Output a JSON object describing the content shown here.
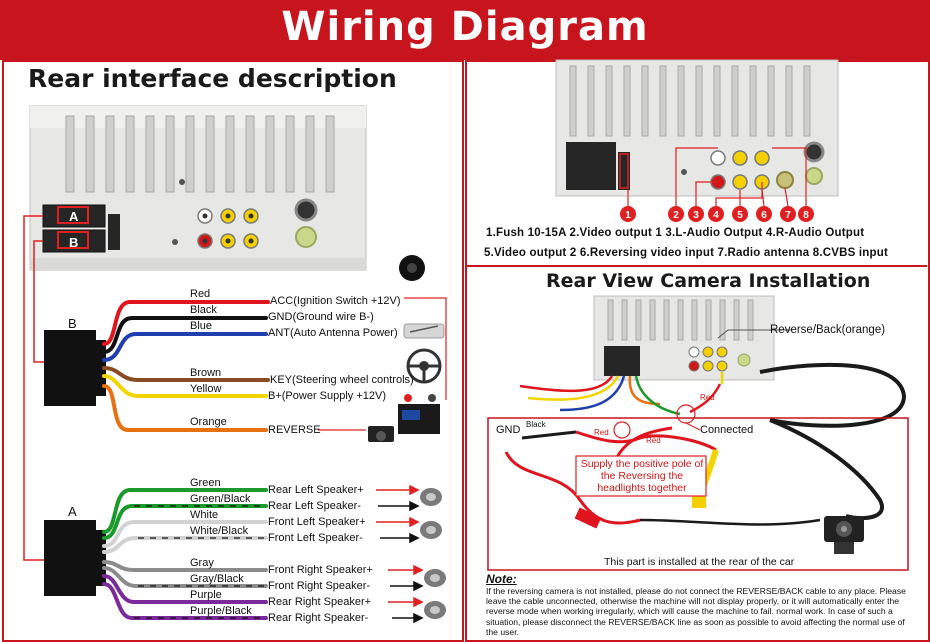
{
  "banner": {
    "title": "Wiring Diagram"
  },
  "left": {
    "title": "Rear interface description",
    "connector_labels": {
      "a": "A",
      "b": "B"
    },
    "harness_b": {
      "box_label": "B",
      "wires": [
        {
          "color_name": "Red",
          "color": "#e0141c",
          "function": "ACC(Ignition Switch +12V)"
        },
        {
          "color_name": "Black",
          "color": "#111111",
          "function": "GND(Ground wire B-)"
        },
        {
          "color_name": "Blue",
          "color": "#1f3fb0",
          "function": "ANT(Auto Antenna Power)"
        },
        {
          "color_name": "Brown",
          "color": "#8a4a22",
          "function": "KEY(Steering wheel controls)"
        },
        {
          "color_name": "Yellow",
          "color": "#f2d400",
          "function": "B+(Power Supply +12V)"
        },
        {
          "color_name": "Orange",
          "color": "#e87010",
          "function": "REVERSE"
        }
      ]
    },
    "harness_a": {
      "box_label": "A",
      "wires": [
        {
          "color_name": "Green",
          "color": "#1a9a2a",
          "function": "Rear Left Speaker+"
        },
        {
          "color_name": "Green/Black",
          "color": "#1a9a2a",
          "function": "Rear Left Speaker-"
        },
        {
          "color_name": "White",
          "color": "#cfcfcf",
          "function": "Front Left Speaker+"
        },
        {
          "color_name": "White/Black",
          "color": "#cfcfcf",
          "function": "Front Left Speaker-"
        },
        {
          "color_name": "Gray",
          "color": "#8a8a8a",
          "function": "Front Right Speaker+"
        },
        {
          "color_name": "Gray/Black",
          "color": "#8a8a8a",
          "function": "Front Right Speaker-"
        },
        {
          "color_name": "Purple",
          "color": "#7a2a9a",
          "function": "Rear Right Speaker+"
        },
        {
          "color_name": "Purple/Black",
          "color": "#7a2a9a",
          "function": "Rear Right Speaker-"
        }
      ]
    }
  },
  "right_top": {
    "numbers": [
      "1",
      "2",
      "3",
      "4",
      "5",
      "6",
      "7",
      "8"
    ],
    "legend": [
      "1.Fush 10-15A  2.Video output 1  3.L-Audio Output  4.R-Audio Output",
      "5.Video output 2  6.Reversing video input 7.Radio antenna 8.CVBS input"
    ]
  },
  "camera": {
    "title": "Rear View Camera Installation",
    "reverse_label": "Reverse/Back(orange)",
    "red_label_1": "Red",
    "connected_label": "Connected",
    "gnd_label": "GND",
    "black_label": "Black",
    "red_label_2": "Red",
    "red_label_3": "Red",
    "supply_note": "Supply the positive pole of the Reversing the headlights together",
    "rear_note": "This part is installed at the rear of the car"
  },
  "note": {
    "title": "Note:",
    "body": "If the reversing camera is not installed, please do not connect the REVERSE/BACK cable to any place. Please leave the cable unconnected, otherwise the machine will not display properly, or it will automatically enter the reverse mode when working irregularly, which will cause the machine to fail. normal work. In case of such a situation, please disconnect the REVERSE/BACK line as soon as possible to avoid affecting the normal use of the user."
  },
  "colors": {
    "accent": "#c8141c",
    "panel": "#e4e4e2",
    "callout": "#e02020"
  }
}
